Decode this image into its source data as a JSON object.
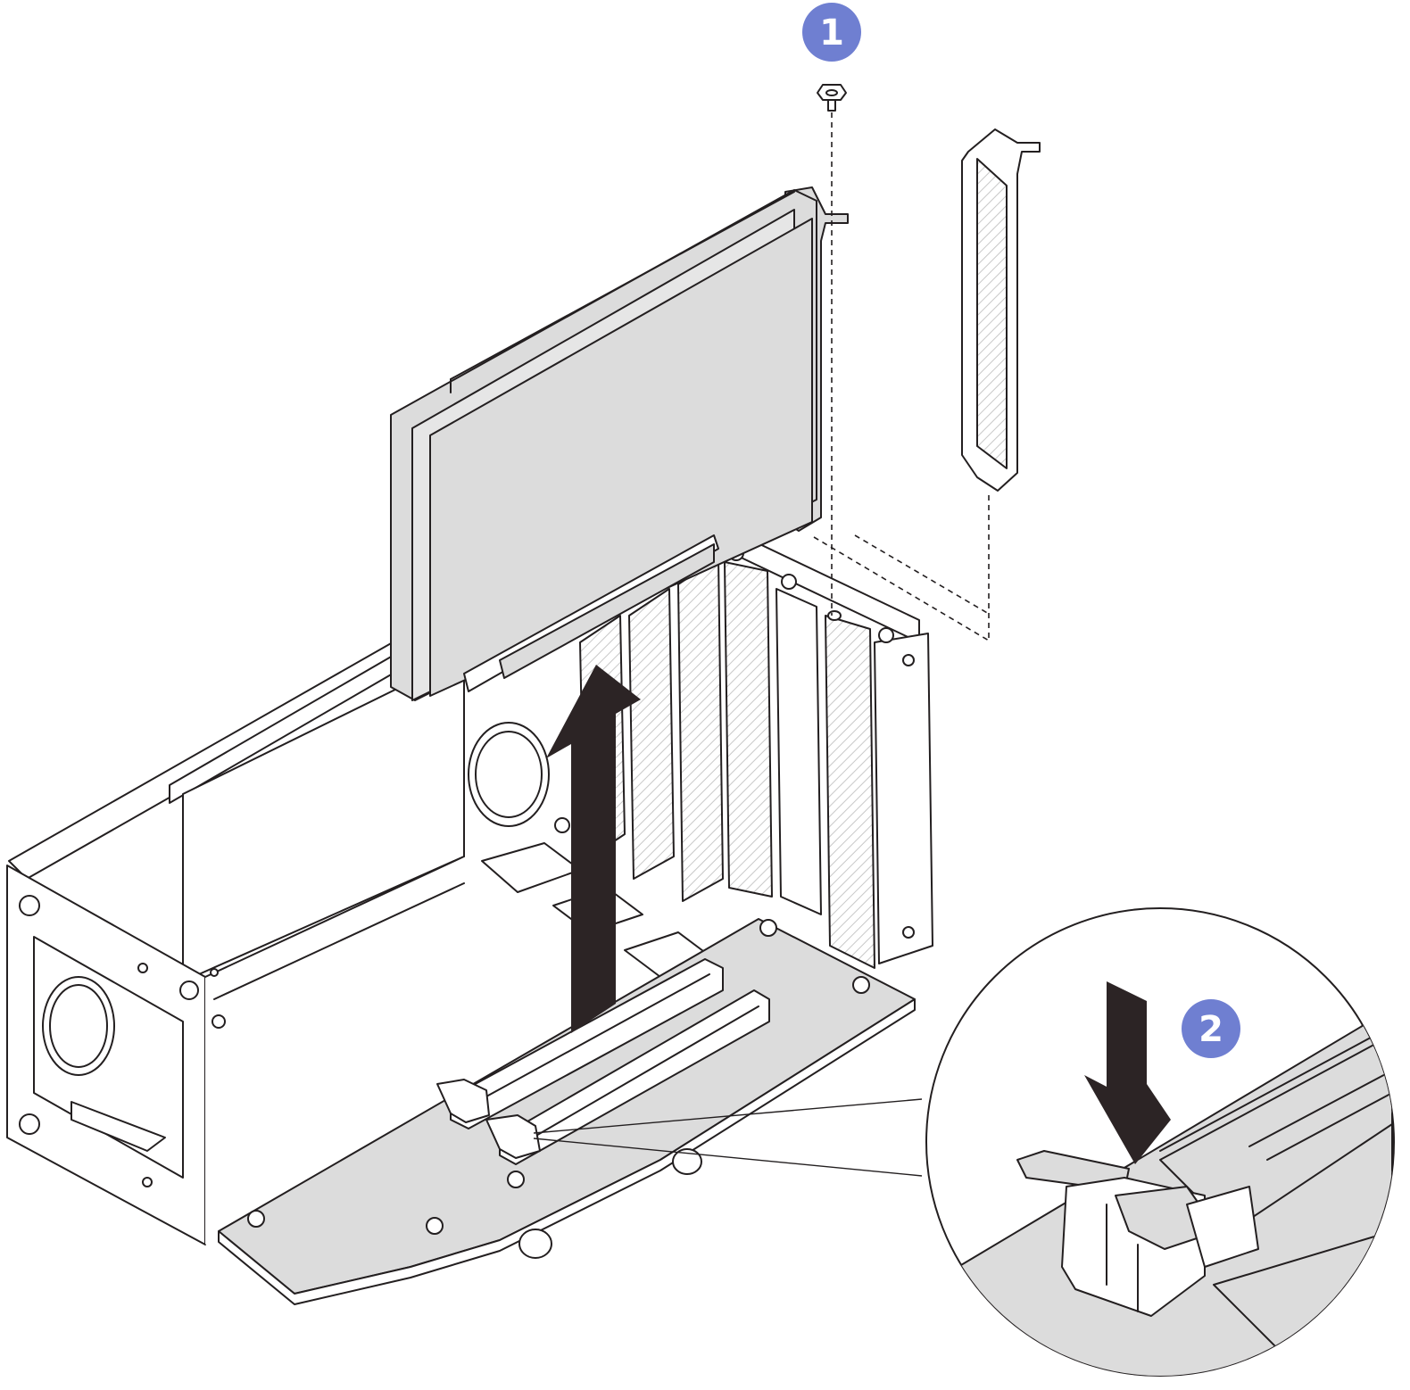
{
  "colors": {
    "callout_fill": "#6f7fd1",
    "callout_text": "#ffffff",
    "arrow_fill": "#2c2425",
    "part_fill": "#dcdcdc",
    "hatch": "#c8c8c8",
    "line": "#231f20"
  },
  "callouts": [
    {
      "id": "step-1",
      "label": "1"
    },
    {
      "id": "step-2",
      "label": "2"
    }
  ],
  "parts": {
    "screw": "screw-icon",
    "adapter_card": "pcie-adapter-icon",
    "filler_bracket": "slot-filler-bracket-icon",
    "riser_cage": "riser-cage-icon",
    "slot_latch": "retention-latch-icon",
    "remove_arrow": "arrow-up-icon",
    "press_arrow": "arrow-down-icon"
  }
}
